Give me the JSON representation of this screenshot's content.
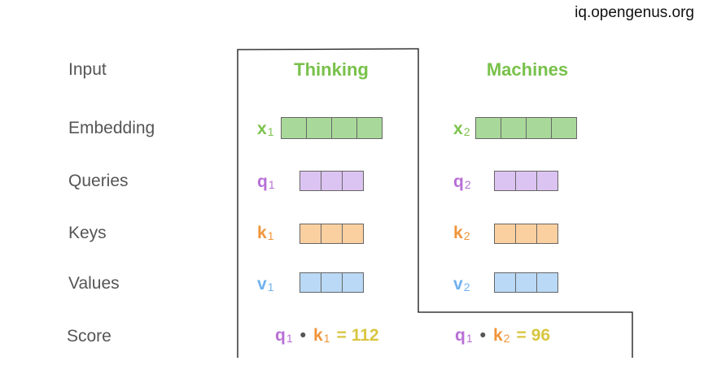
{
  "watermark": "iq.opengenus.org",
  "rows": {
    "input": "Input",
    "embedding": "Embedding",
    "queries": "Queries",
    "keys": "Keys",
    "values": "Values",
    "score": "Score"
  },
  "words": [
    {
      "word": "Thinking",
      "embedding": {
        "name": "x",
        "sub": "1"
      },
      "query": {
        "name": "q",
        "sub": "1"
      },
      "key": {
        "name": "k",
        "sub": "1"
      },
      "value": {
        "name": "v",
        "sub": "1"
      },
      "score": {
        "q": "q",
        "q_sub": "1",
        "dot": "•",
        "k": "k",
        "k_sub": "1",
        "eq": "=",
        "value": "112"
      }
    },
    {
      "word": "Machines",
      "embedding": {
        "name": "x",
        "sub": "2"
      },
      "query": {
        "name": "q",
        "sub": "2"
      },
      "key": {
        "name": "k",
        "sub": "2"
      },
      "value": {
        "name": "v",
        "sub": "2"
      },
      "score": {
        "q": "q",
        "q_sub": "1",
        "dot": "•",
        "k": "k",
        "k_sub": "2",
        "eq": "=",
        "value": "96"
      }
    }
  ],
  "colors": {
    "word": "#78c14a",
    "embedding_text": "#7cc34c",
    "embedding_fill": "#a9d99a",
    "query_text": "#b86fd6",
    "query_fill": "#dcc4f2",
    "key_text": "#f0953a",
    "key_fill": "#fbd0a0",
    "value_text": "#6fb1ee",
    "value_fill": "#b9d9f6",
    "dot": "#555555",
    "score_value": "#d8c640",
    "outline": "#111111"
  },
  "vector_cells": {
    "embedding": 4,
    "query": 3,
    "key": 3,
    "value": 3
  }
}
